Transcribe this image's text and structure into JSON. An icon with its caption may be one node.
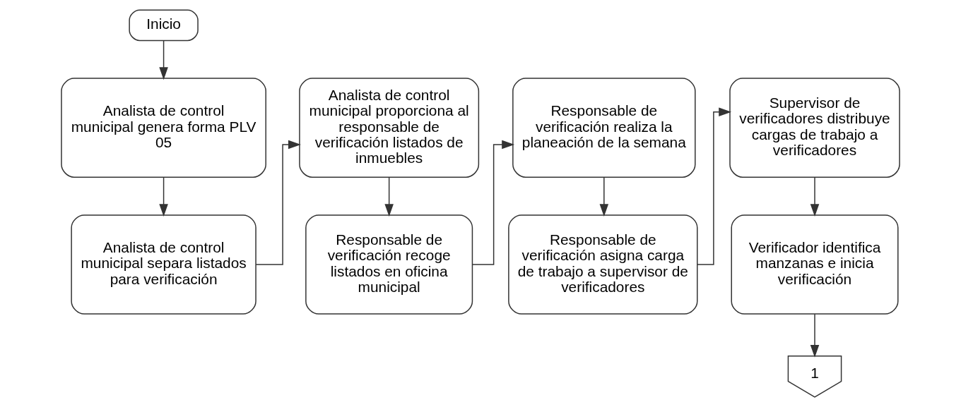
{
  "diagram": {
    "nodes": [
      {
        "text": [
          "Inicio"
        ]
      },
      {
        "text": [
          "Analista de control municipal genera forma PLV 05"
        ]
      },
      {
        "text": [
          "Analista de control municipal separa listados para verificación"
        ]
      },
      {
        "text": [
          "Analista de control municipal proporciona al responsable de verificación listados de inmuebles"
        ]
      },
      {
        "text": [
          "Responsable de verificación recoge listados en oficina municipal"
        ]
      },
      {
        "text": [
          "Responsable de verificación realiza la planeación de la semana"
        ]
      },
      {
        "text": [
          "Responsable de verificación asigna carga de trabajo a supervisor de verificadores"
        ]
      },
      {
        "text": [
          "Supervisor de verificadores distribuye cargas de trabajo a verificadores"
        ]
      },
      {
        "text": [
          "Verificador identifica manzanas e inicia verificación"
        ]
      },
      {
        "text": [
          "1"
        ]
      }
    ],
    "edges": [
      {
        "from": 0,
        "to": 1,
        "arrow": "to"
      },
      {
        "from": 1,
        "to": 2,
        "arrow": "to"
      },
      {
        "from": 2,
        "to": 3,
        "arrow": "to"
      },
      {
        "from": 3,
        "to": 4,
        "arrow": "to"
      },
      {
        "from": 4,
        "to": 5,
        "arrow": "to"
      },
      {
        "from": 5,
        "to": 6,
        "arrow": "to"
      },
      {
        "from": 6,
        "to": 7,
        "arrow": "to"
      },
      {
        "from": 7,
        "to": 8,
        "arrow": "to"
      },
      {
        "from": 8,
        "to": 9,
        "arrow": "to"
      }
    ]
  }
}
